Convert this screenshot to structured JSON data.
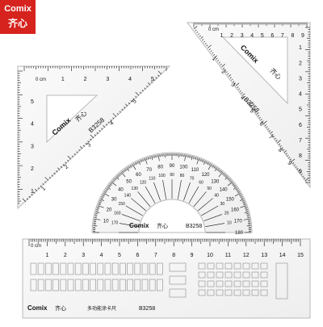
{
  "brand": {
    "name": "Comix",
    "sub": "齐心",
    "color": "#d6231e"
  },
  "triangle_left": {
    "model": "B3258",
    "logo": "Comix",
    "logo_cn": "齐心",
    "unit": "0 cm",
    "top_nums": [
      "1",
      "2",
      "3",
      "4",
      "5"
    ],
    "left_nums": [
      "5",
      "4",
      "3",
      "2",
      "1"
    ],
    "diag_nums": [
      "5",
      "4",
      "3",
      "2",
      "1"
    ]
  },
  "triangle_right": {
    "model": "B3258",
    "logo": "Comix",
    "logo_cn": "齐心",
    "unit": "0 cm",
    "top_nums": [
      "1",
      "2",
      "3",
      "4",
      "5",
      "6",
      "7",
      "8",
      "9"
    ],
    "right_nums": [
      "1",
      "2",
      "3",
      "4",
      "5",
      "6",
      "7",
      "8",
      "9"
    ],
    "diag_nums": [
      "1",
      "2",
      "3",
      "4",
      "5",
      "6",
      "7",
      "8",
      "9"
    ]
  },
  "protractor": {
    "model": "B3258",
    "logo": "Comix",
    "logo_cn": "齐心",
    "outer_nums": [
      "10",
      "20",
      "30",
      "40",
      "50",
      "60",
      "70",
      "80",
      "90",
      "100",
      "110",
      "120",
      "130",
      "140",
      "150",
      "160",
      "170",
      "180"
    ],
    "inner_nums": [
      "170",
      "160",
      "150",
      "140",
      "130",
      "120",
      "110",
      "100",
      "90",
      "80",
      "70",
      "60",
      "50",
      "40",
      "30",
      "20",
      "10"
    ]
  },
  "ruler": {
    "model": "B3258",
    "logo": "Comix",
    "logo_cn": "齐心",
    "label": "多功能涂卡尺",
    "unit": "0 cm",
    "nums": [
      "1",
      "2",
      "3",
      "4",
      "5",
      "6",
      "7",
      "8",
      "9",
      "10",
      "11",
      "12",
      "13",
      "14",
      "15"
    ]
  }
}
